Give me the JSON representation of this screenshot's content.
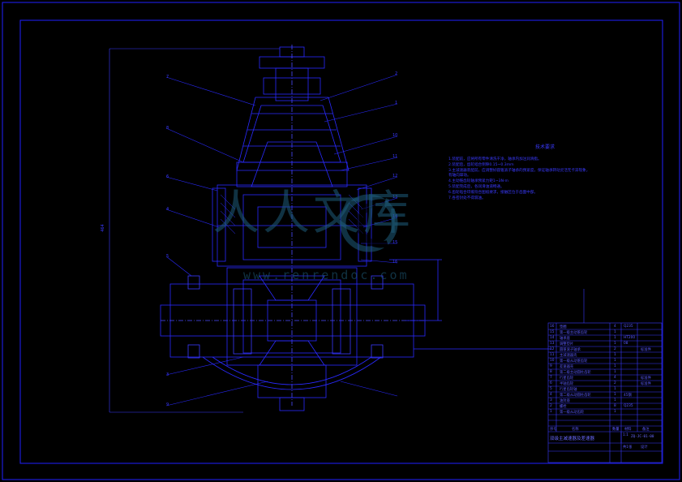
{
  "tech_requirements": {
    "title": "技术要求",
    "items": [
      "1.装配前，应将所有零件清洗干净，轴承内加注润滑脂。",
      "2.装配后，齿轮啮合侧隙0.15~0.3mm",
      "3.主减速器装配前，应调整好圆锥滚子轴承的预紧度，保证轴承转动灵活无卡滞现象，",
      "有轴向窜动。",
      "4.主动锥齿轮轴承预紧力矩1~3N·m",
      "5.装配完成后，各润滑油道畅通。",
      "6.齿轮啮合印痕符合图纸要求，接触区位于齿面中部。",
      "7.各密封处不得漏油。"
    ]
  },
  "title_block": {
    "drawing_title": "双级主减速器及差速器",
    "drawing_code": "ZQ-JC-01-00",
    "scale": "1:1",
    "sheet": "共1张",
    "col_headers": [
      "序号",
      "名称",
      "数量",
      "材料",
      "备注"
    ],
    "parts": [
      {
        "no": "16",
        "name": "垫圈",
        "qty": "4",
        "mat": "Q235",
        "note": ""
      },
      {
        "no": "15",
        "name": "第一级主动锥齿轮",
        "qty": "1",
        "mat": "",
        "note": ""
      },
      {
        "no": "14",
        "name": "轴承座",
        "qty": "1",
        "mat": "HT200",
        "note": ""
      },
      {
        "no": "13",
        "name": "调整垫片",
        "qty": "1",
        "mat": "08",
        "note": ""
      },
      {
        "no": "12",
        "name": "圆锥滚子轴承",
        "qty": "2",
        "mat": "",
        "note": "标准件"
      },
      {
        "no": "11",
        "name": "主减速器壳",
        "qty": "1",
        "mat": "",
        "note": ""
      },
      {
        "no": "10",
        "name": "第一级从动锥齿轮",
        "qty": "1",
        "mat": "",
        "note": ""
      },
      {
        "no": "9",
        "name": "差速器壳",
        "qty": "1",
        "mat": "",
        "note": ""
      },
      {
        "no": "8",
        "name": "第二级主动圆柱齿轮",
        "qty": "1",
        "mat": "",
        "note": ""
      },
      {
        "no": "7",
        "name": "行星齿轮",
        "qty": "4",
        "mat": "",
        "note": "标准件"
      },
      {
        "no": "6",
        "name": "半轴齿轮",
        "qty": "2",
        "mat": "",
        "note": "标准件"
      },
      {
        "no": "5",
        "name": "行星齿轮轴",
        "qty": "1",
        "mat": "",
        "note": ""
      },
      {
        "no": "4",
        "name": "第二级从动圆柱齿轮",
        "qty": "1",
        "mat": "45钢",
        "note": ""
      },
      {
        "no": "3",
        "name": "油封座",
        "qty": "1",
        "mat": "",
        "note": ""
      },
      {
        "no": "2",
        "name": "螺栓",
        "qty": "8",
        "mat": "Q235",
        "note": ""
      },
      {
        "no": "1",
        "name": "第一级从动齿轮",
        "qty": "1",
        "mat": "",
        "note": ""
      }
    ],
    "bottom_label": "设计"
  },
  "balloons": {
    "left": [
      "7",
      "8",
      "6",
      "4",
      "5",
      "3",
      "9"
    ],
    "right": [
      "2",
      "1",
      "10",
      "11",
      "12",
      "13",
      "14",
      "15",
      "16"
    ]
  },
  "dimensions": {
    "overall_height": "464"
  },
  "watermark": {
    "text": "人人文库",
    "url": "www.renrendoc.com"
  },
  "colors": {
    "background": "#000000",
    "line": "#2020ff",
    "accent": "#5050ff",
    "watermark": "#1e5c7a"
  }
}
